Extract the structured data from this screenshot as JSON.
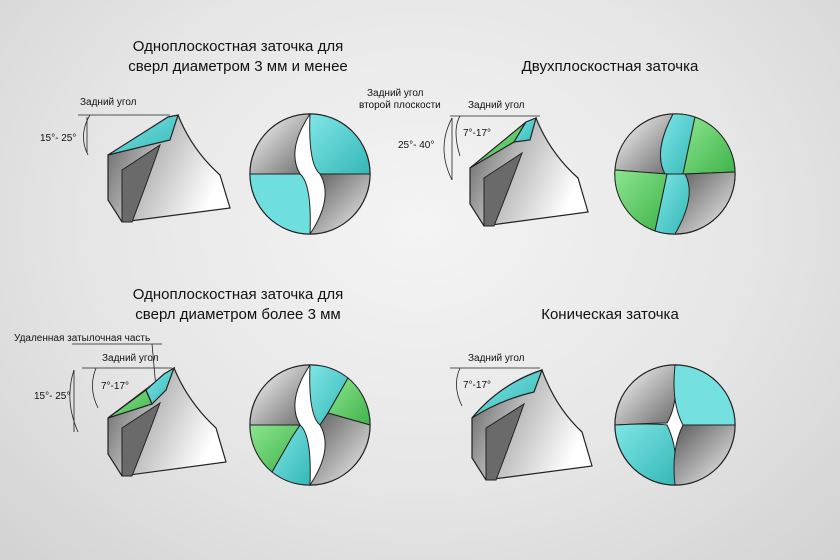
{
  "panels": [
    {
      "title": "Одноплоскостная заточка для сверл диаметром 3 мм и менее",
      "labels": {
        "relief_angle": "Задний угол",
        "angle_range": "15°- 25°"
      }
    },
    {
      "title": "Двухплоскостная заточка",
      "labels": {
        "second_plane_angle_line1": "Задний угол",
        "second_plane_angle_line2": "второй плоскости",
        "relief_angle": "Задний угол",
        "inner_angle_range": "7°-17°",
        "outer_angle_range": "25°- 40°"
      }
    },
    {
      "title": "Одноплоскостная заточка для сверл диаметром более 3 мм",
      "labels": {
        "removed_heel": "Удаленная затылочная часть",
        "relief_angle": "Задний угол",
        "inner_angle_range": "7°-17°",
        "outer_angle_range": "15°- 25°"
      }
    },
    {
      "title": "Коническая заточка",
      "labels": {
        "relief_angle": "Задний угол",
        "inner_angle_range": "7°-17°"
      }
    }
  ],
  "colors": {
    "cyan_face": "#4fd3d3",
    "green_face": "#5fcf6a",
    "steel_dark": "#4a4a4a",
    "steel_light": "#f0f0f0",
    "background": "#e8e8e8"
  }
}
